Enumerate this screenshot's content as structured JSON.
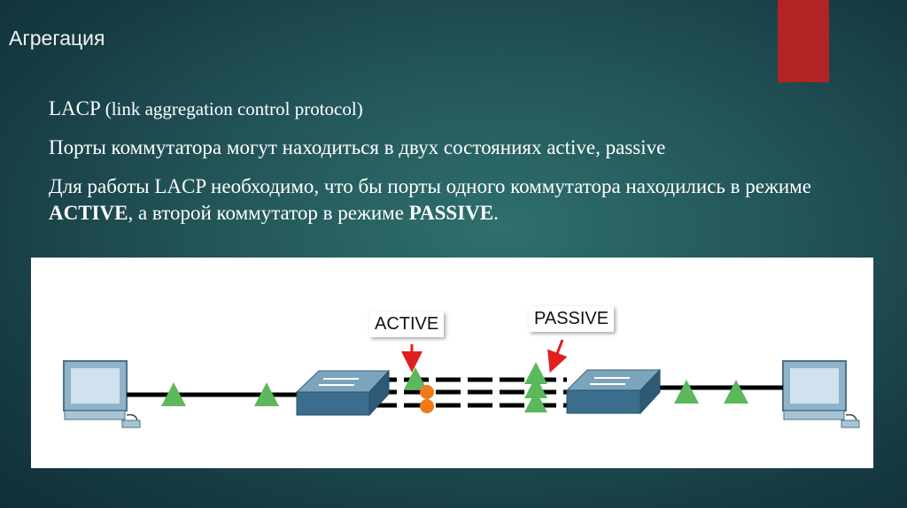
{
  "slide": {
    "title": "Агрегация"
  },
  "bullets": {
    "b1_main": "LACP",
    "b1_paren": "(link aggregation control protocol)",
    "b2": "Порты коммутатора могут находиться в двух состояниях active, passive",
    "b3_part1": "Для работы LACP необходимо, что бы порты одного коммутатора находились в режиме",
    "b3_active": "ACTIVE",
    "b3_part2": ", а второй коммутатор в режиме",
    "b3_passive": "PASSIVE",
    "b3_end": "."
  },
  "diagram": {
    "label_active": "ACTIVE",
    "label_passive": "PASSIVE",
    "colors": {
      "link": "#000000",
      "green_port": "#5cb85c",
      "orange_port": "#f07a1a",
      "callout_arrow": "#e02020",
      "switch_top": "#7ba5bd",
      "switch_front": "#3c6d8c"
    },
    "icons": [
      "pc-icon",
      "switch-icon",
      "green-triangle-icon",
      "orange-circle-icon"
    ]
  }
}
